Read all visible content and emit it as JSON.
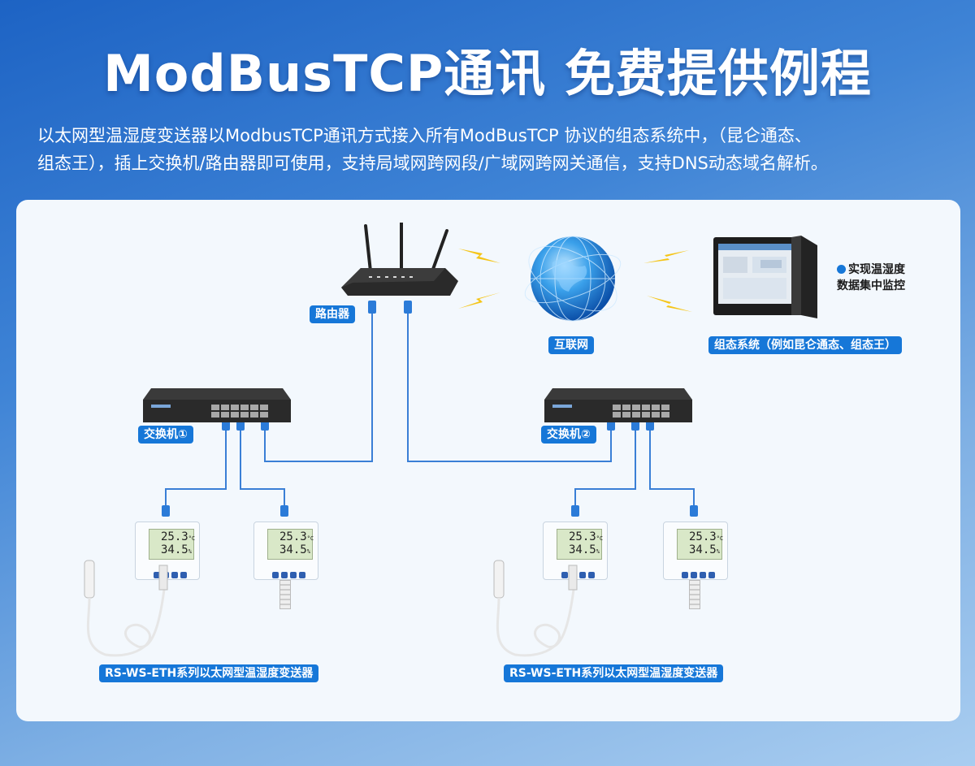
{
  "header": {
    "title": "ModBusTCP通讯 免费提供例程",
    "intro_line1": "以太网型温湿度变送器以ModbusTCP通讯方式接入所有ModBusTCP 协议的组态系统中，（昆仑通态、",
    "intro_line2": "组态王），插上交换机/路由器即可使用，支持局域网跨网段/广域网跨网关通信，支持DNS动态域名解析。"
  },
  "diagram": {
    "router_label": "路由器",
    "internet_label": "互联网",
    "scada_label": "组态系统（例如昆仑通态、组态王）",
    "monitor_caption_line1": "实现温湿度",
    "monitor_caption_line2": "数据集中监控",
    "switch1_label": "交换机①",
    "switch2_label": "交换机②",
    "series1_label": "RS-WS-ETH系列以太网型温湿度变送器",
    "series2_label": "RS-WS-ETH系列以太网型温湿度变送器",
    "device_reading_temp": "25.3",
    "device_reading_hum": "34.5",
    "device_temp_unit": "°C",
    "device_hum_unit": "%"
  },
  "colors": {
    "accent": "#1677d8",
    "wire": "#3a7fd6",
    "lightning": "#f5c518"
  }
}
